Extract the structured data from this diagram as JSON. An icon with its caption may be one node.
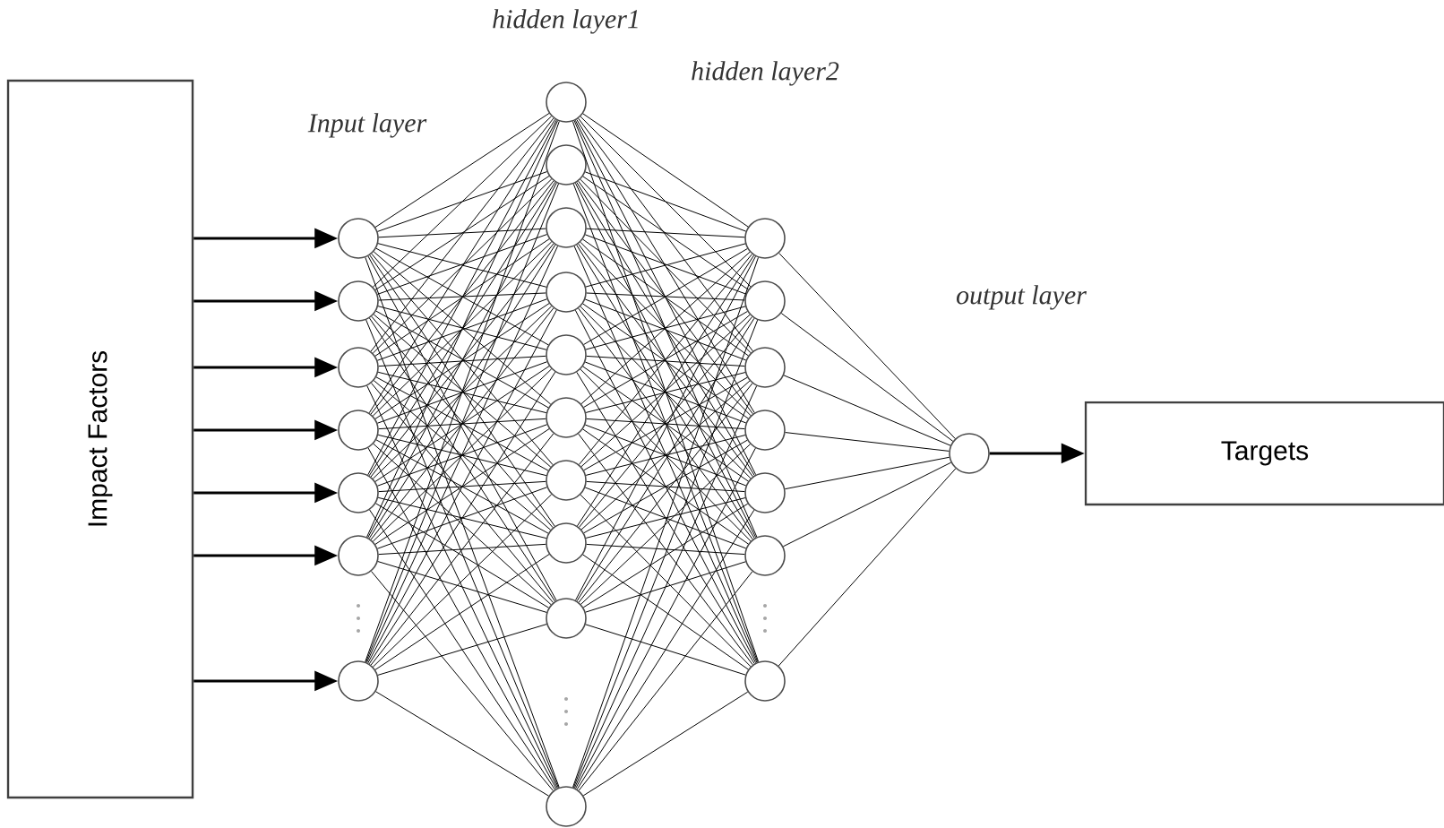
{
  "diagram": {
    "nodes": [
      {
        "text": [
          "Impact Factors"
        ]
      },
      {
        "text": [],
        "shape": "circle"
      },
      {
        "text": [],
        "shape": "circle"
      },
      {
        "text": [],
        "shape": "circle"
      },
      {
        "text": [],
        "shape": "circle"
      },
      {
        "text": [],
        "shape": "circle"
      },
      {
        "text": [],
        "shape": "circle"
      },
      {
        "text": [],
        "shape": "circle"
      },
      {
        "text": [],
        "shape": "circle"
      },
      {
        "text": [],
        "shape": "circle"
      },
      {
        "text": [],
        "shape": "circle"
      },
      {
        "text": [],
        "shape": "circle"
      },
      {
        "text": [],
        "shape": "circle"
      },
      {
        "text": [],
        "shape": "circle"
      },
      {
        "text": [],
        "shape": "circle"
      },
      {
        "text": [],
        "shape": "circle"
      },
      {
        "text": [],
        "shape": "circle"
      },
      {
        "text": [],
        "shape": "circle"
      },
      {
        "text": [],
        "shape": "circle"
      },
      {
        "text": [],
        "shape": "circle"
      },
      {
        "text": [],
        "shape": "circle"
      },
      {
        "text": [],
        "shape": "circle"
      },
      {
        "text": [],
        "shape": "circle"
      },
      {
        "text": [],
        "shape": "circle"
      },
      {
        "text": [],
        "shape": "circle"
      },
      {
        "text": [],
        "shape": "circle"
      },
      {
        "text": [
          "Targets"
        ]
      }
    ],
    "edges": [
      {
        "from": 0,
        "to": 1,
        "arrow": "to"
      },
      {
        "from": 0,
        "to": 2,
        "arrow": "to"
      },
      {
        "from": 0,
        "to": 3,
        "arrow": "to"
      },
      {
        "from": 0,
        "to": 4,
        "arrow": "to"
      },
      {
        "from": 0,
        "to": 5,
        "arrow": "to"
      },
      {
        "from": 0,
        "to": 6,
        "arrow": "to"
      },
      {
        "from": 0,
        "to": 7,
        "arrow": "to"
      },
      {
        "from": 1,
        "to": 8,
        "arrow": "none"
      },
      {
        "from": 1,
        "to": 9,
        "arrow": "none"
      },
      {
        "from": 1,
        "to": 10,
        "arrow": "none"
      },
      {
        "from": 1,
        "to": 11,
        "arrow": "none"
      },
      {
        "from": 1,
        "to": 12,
        "arrow": "none"
      },
      {
        "from": 1,
        "to": 13,
        "arrow": "none"
      },
      {
        "from": 1,
        "to": 14,
        "arrow": "none"
      },
      {
        "from": 1,
        "to": 15,
        "arrow": "none"
      },
      {
        "from": 1,
        "to": 16,
        "arrow": "none"
      },
      {
        "from": 1,
        "to": 17,
        "arrow": "none"
      },
      {
        "from": 2,
        "to": 8,
        "arrow": "none"
      },
      {
        "from": 2,
        "to": 9,
        "arrow": "none"
      },
      {
        "from": 2,
        "to": 10,
        "arrow": "none"
      },
      {
        "from": 2,
        "to": 11,
        "arrow": "none"
      },
      {
        "from": 2,
        "to": 12,
        "arrow": "none"
      },
      {
        "from": 2,
        "to": 13,
        "arrow": "none"
      },
      {
        "from": 2,
        "to": 14,
        "arrow": "none"
      },
      {
        "from": 2,
        "to": 15,
        "arrow": "none"
      },
      {
        "from": 2,
        "to": 16,
        "arrow": "none"
      },
      {
        "from": 2,
        "to": 17,
        "arrow": "none"
      },
      {
        "from": 3,
        "to": 8,
        "arrow": "none"
      },
      {
        "from": 3,
        "to": 9,
        "arrow": "none"
      },
      {
        "from": 3,
        "to": 10,
        "arrow": "none"
      },
      {
        "from": 3,
        "to": 11,
        "arrow": "none"
      },
      {
        "from": 3,
        "to": 12,
        "arrow": "none"
      },
      {
        "from": 3,
        "to": 13,
        "arrow": "none"
      },
      {
        "from": 3,
        "to": 14,
        "arrow": "none"
      },
      {
        "from": 3,
        "to": 15,
        "arrow": "none"
      },
      {
        "from": 3,
        "to": 16,
        "arrow": "none"
      },
      {
        "from": 3,
        "to": 17,
        "arrow": "none"
      },
      {
        "from": 4,
        "to": 8,
        "arrow": "none"
      },
      {
        "from": 4,
        "to": 9,
        "arrow": "none"
      },
      {
        "from": 4,
        "to": 10,
        "arrow": "none"
      },
      {
        "from": 4,
        "to": 11,
        "arrow": "none"
      },
      {
        "from": 4,
        "to": 12,
        "arrow": "none"
      },
      {
        "from": 4,
        "to": 13,
        "arrow": "none"
      },
      {
        "from": 4,
        "to": 14,
        "arrow": "none"
      },
      {
        "from": 4,
        "to": 15,
        "arrow": "none"
      },
      {
        "from": 4,
        "to": 16,
        "arrow": "none"
      },
      {
        "from": 4,
        "to": 17,
        "arrow": "none"
      },
      {
        "from": 5,
        "to": 8,
        "arrow": "none"
      },
      {
        "from": 5,
        "to": 9,
        "arrow": "none"
      },
      {
        "from": 5,
        "to": 10,
        "arrow": "none"
      },
      {
        "from": 5,
        "to": 11,
        "arrow": "none"
      },
      {
        "from": 5,
        "to": 12,
        "arrow": "none"
      },
      {
        "from": 5,
        "to": 13,
        "arrow": "none"
      },
      {
        "from": 5,
        "to": 14,
        "arrow": "none"
      },
      {
        "from": 5,
        "to": 15,
        "arrow": "none"
      },
      {
        "from": 5,
        "to": 16,
        "arrow": "none"
      },
      {
        "from": 5,
        "to": 17,
        "arrow": "none"
      },
      {
        "from": 6,
        "to": 8,
        "arrow": "none"
      },
      {
        "from": 6,
        "to": 9,
        "arrow": "none"
      },
      {
        "from": 6,
        "to": 10,
        "arrow": "none"
      },
      {
        "from": 6,
        "to": 11,
        "arrow": "none"
      },
      {
        "from": 6,
        "to": 12,
        "arrow": "none"
      },
      {
        "from": 6,
        "to": 13,
        "arrow": "none"
      },
      {
        "from": 6,
        "to": 14,
        "arrow": "none"
      },
      {
        "from": 6,
        "to": 15,
        "arrow": "none"
      },
      {
        "from": 6,
        "to": 16,
        "arrow": "none"
      },
      {
        "from": 6,
        "to": 17,
        "arrow": "none"
      },
      {
        "from": 7,
        "to": 8,
        "arrow": "none"
      },
      {
        "from": 7,
        "to": 9,
        "arrow": "none"
      },
      {
        "from": 7,
        "to": 10,
        "arrow": "none"
      },
      {
        "from": 7,
        "to": 11,
        "arrow": "none"
      },
      {
        "from": 7,
        "to": 12,
        "arrow": "none"
      },
      {
        "from": 7,
        "to": 13,
        "arrow": "none"
      },
      {
        "from": 7,
        "to": 14,
        "arrow": "none"
      },
      {
        "from": 7,
        "to": 15,
        "arrow": "none"
      },
      {
        "from": 7,
        "to": 16,
        "arrow": "none"
      },
      {
        "from": 7,
        "to": 17,
        "arrow": "none"
      },
      {
        "from": 8,
        "to": 18,
        "arrow": "none"
      },
      {
        "from": 8,
        "to": 19,
        "arrow": "none"
      },
      {
        "from": 8,
        "to": 20,
        "arrow": "none"
      },
      {
        "from": 8,
        "to": 21,
        "arrow": "none"
      },
      {
        "from": 8,
        "to": 22,
        "arrow": "none"
      },
      {
        "from": 8,
        "to": 23,
        "arrow": "none"
      },
      {
        "from": 8,
        "to": 24,
        "arrow": "none"
      },
      {
        "from": 9,
        "to": 18,
        "arrow": "none"
      },
      {
        "from": 9,
        "to": 19,
        "arrow": "none"
      },
      {
        "from": 9,
        "to": 20,
        "arrow": "none"
      },
      {
        "from": 9,
        "to": 21,
        "arrow": "none"
      },
      {
        "from": 9,
        "to": 22,
        "arrow": "none"
      },
      {
        "from": 9,
        "to": 23,
        "arrow": "none"
      },
      {
        "from": 9,
        "to": 24,
        "arrow": "none"
      },
      {
        "from": 10,
        "to": 18,
        "arrow": "none"
      },
      {
        "from": 10,
        "to": 19,
        "arrow": "none"
      },
      {
        "from": 10,
        "to": 20,
        "arrow": "none"
      },
      {
        "from": 10,
        "to": 21,
        "arrow": "none"
      },
      {
        "from": 10,
        "to": 22,
        "arrow": "none"
      },
      {
        "from": 10,
        "to": 23,
        "arrow": "none"
      },
      {
        "from": 10,
        "to": 24,
        "arrow": "none"
      },
      {
        "from": 11,
        "to": 18,
        "arrow": "none"
      },
      {
        "from": 11,
        "to": 19,
        "arrow": "none"
      },
      {
        "from": 11,
        "to": 20,
        "arrow": "none"
      },
      {
        "from": 11,
        "to": 21,
        "arrow": "none"
      },
      {
        "from": 11,
        "to": 22,
        "arrow": "none"
      },
      {
        "from": 11,
        "to": 23,
        "arrow": "none"
      },
      {
        "from": 11,
        "to": 24,
        "arrow": "none"
      },
      {
        "from": 12,
        "to": 18,
        "arrow": "none"
      },
      {
        "from": 12,
        "to": 19,
        "arrow": "none"
      },
      {
        "from": 12,
        "to": 20,
        "arrow": "none"
      },
      {
        "from": 12,
        "to": 21,
        "arrow": "none"
      },
      {
        "from": 12,
        "to": 22,
        "arrow": "none"
      },
      {
        "from": 12,
        "to": 23,
        "arrow": "none"
      },
      {
        "from": 12,
        "to": 24,
        "arrow": "none"
      },
      {
        "from": 13,
        "to": 18,
        "arrow": "none"
      },
      {
        "from": 13,
        "to": 19,
        "arrow": "none"
      },
      {
        "from": 13,
        "to": 20,
        "arrow": "none"
      },
      {
        "from": 13,
        "to": 21,
        "arrow": "none"
      },
      {
        "from": 13,
        "to": 22,
        "arrow": "none"
      },
      {
        "from": 13,
        "to": 23,
        "arrow": "none"
      },
      {
        "from": 13,
        "to": 24,
        "arrow": "none"
      },
      {
        "from": 14,
        "to": 18,
        "arrow": "none"
      },
      {
        "from": 14,
        "to": 19,
        "arrow": "none"
      },
      {
        "from": 14,
        "to": 20,
        "arrow": "none"
      },
      {
        "from": 14,
        "to": 21,
        "arrow": "none"
      },
      {
        "from": 14,
        "to": 22,
        "arrow": "none"
      },
      {
        "from": 14,
        "to": 23,
        "arrow": "none"
      },
      {
        "from": 14,
        "to": 24,
        "arrow": "none"
      },
      {
        "from": 15,
        "to": 18,
        "arrow": "none"
      },
      {
        "from": 15,
        "to": 19,
        "arrow": "none"
      },
      {
        "from": 15,
        "to": 20,
        "arrow": "none"
      },
      {
        "from": 15,
        "to": 21,
        "arrow": "none"
      },
      {
        "from": 15,
        "to": 22,
        "arrow": "none"
      },
      {
        "from": 15,
        "to": 23,
        "arrow": "none"
      },
      {
        "from": 15,
        "to": 24,
        "arrow": "none"
      },
      {
        "from": 16,
        "to": 18,
        "arrow": "none"
      },
      {
        "from": 16,
        "to": 19,
        "arrow": "none"
      },
      {
        "from": 16,
        "to": 20,
        "arrow": "none"
      },
      {
        "from": 16,
        "to": 21,
        "arrow": "none"
      },
      {
        "from": 16,
        "to": 22,
        "arrow": "none"
      },
      {
        "from": 16,
        "to": 23,
        "arrow": "none"
      },
      {
        "from": 16,
        "to": 24,
        "arrow": "none"
      },
      {
        "from": 17,
        "to": 18,
        "arrow": "none"
      },
      {
        "from": 17,
        "to": 19,
        "arrow": "none"
      },
      {
        "from": 17,
        "to": 20,
        "arrow": "none"
      },
      {
        "from": 17,
        "to": 21,
        "arrow": "none"
      },
      {
        "from": 17,
        "to": 22,
        "arrow": "none"
      },
      {
        "from": 17,
        "to": 23,
        "arrow": "none"
      },
      {
        "from": 17,
        "to": 24,
        "arrow": "none"
      },
      {
        "from": 18,
        "to": 25,
        "arrow": "none"
      },
      {
        "from": 19,
        "to": 25,
        "arrow": "none"
      },
      {
        "from": 20,
        "to": 25,
        "arrow": "none"
      },
      {
        "from": 21,
        "to": 25,
        "arrow": "none"
      },
      {
        "from": 22,
        "to": 25,
        "arrow": "none"
      },
      {
        "from": 23,
        "to": 25,
        "arrow": "none"
      },
      {
        "from": 24,
        "to": 25,
        "arrow": "none"
      },
      {
        "from": 25,
        "to": 26,
        "arrow": "to"
      }
    ],
    "labels": [
      "hidden layer1",
      "Input layer",
      "hidden layer2",
      "output layer"
    ]
  }
}
